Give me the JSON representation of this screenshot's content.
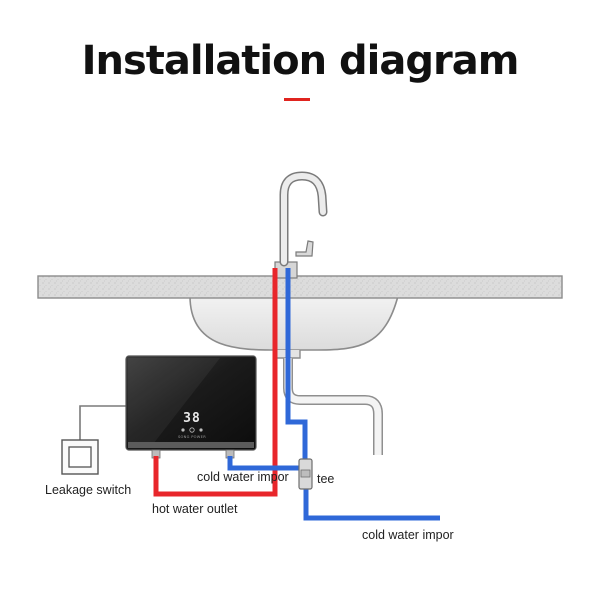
{
  "title": "Installation diagram",
  "heater": {
    "display_value": "38",
    "button_labels": "SONG POWER"
  },
  "labels": {
    "leakage_switch": "Leakage switch",
    "cold_water_inlet_heater": "cold water impor",
    "tee": "tee",
    "hot_water_outlet": "hot water outlet",
    "cold_water_inlet_main": "cold water impor"
  },
  "colors": {
    "accent": "#e0241f",
    "hot_pipe": "#e8262b",
    "cold_pipe": "#2f68d8",
    "counter": "#dcdcdc"
  }
}
